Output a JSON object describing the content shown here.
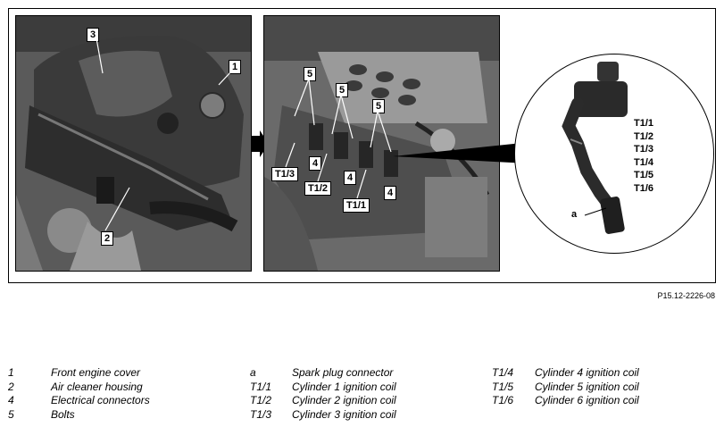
{
  "callouts_left": {
    "front_engine_cover": "1",
    "air_cleaner_housing": "2",
    "engine_cover_marker": "3"
  },
  "callouts_mid": {
    "bolts_a": "5",
    "bolts_b": "5",
    "bolts_c": "5",
    "connector_a": "4",
    "connector_b": "4",
    "connector_c": "4",
    "coil_t13": "T1/3",
    "coil_t12": "T1/2",
    "coil_t11": "T1/1"
  },
  "detail": {
    "connector_label": "a",
    "coil_labels": [
      "T1/1",
      "T1/2",
      "T1/3",
      "T1/4",
      "T1/5",
      "T1/6"
    ]
  },
  "reference_code": "P15.12-2226-08",
  "legend": {
    "col1": [
      {
        "key": "1",
        "text": "Front engine cover"
      },
      {
        "key": "2",
        "text": "Air cleaner housing"
      },
      {
        "key": "4",
        "text": "Electrical connectors"
      },
      {
        "key": "5",
        "text": "Bolts"
      }
    ],
    "col2": [
      {
        "key": "a",
        "text": "Spark plug connector"
      },
      {
        "key": "T1/1",
        "text": "Cylinder 1 ignition coil"
      },
      {
        "key": "T1/2",
        "text": "Cylinder 2 ignition coil"
      },
      {
        "key": "T1/3",
        "text": "Cylinder 3 ignition coil"
      }
    ],
    "col3": [
      {
        "key": "T1/4",
        "text": "Cylinder 4 ignition coil"
      },
      {
        "key": "T1/5",
        "text": "Cylinder 5 ignition coil"
      },
      {
        "key": "T1/6",
        "text": "Cylinder 6 ignition coil"
      }
    ]
  }
}
